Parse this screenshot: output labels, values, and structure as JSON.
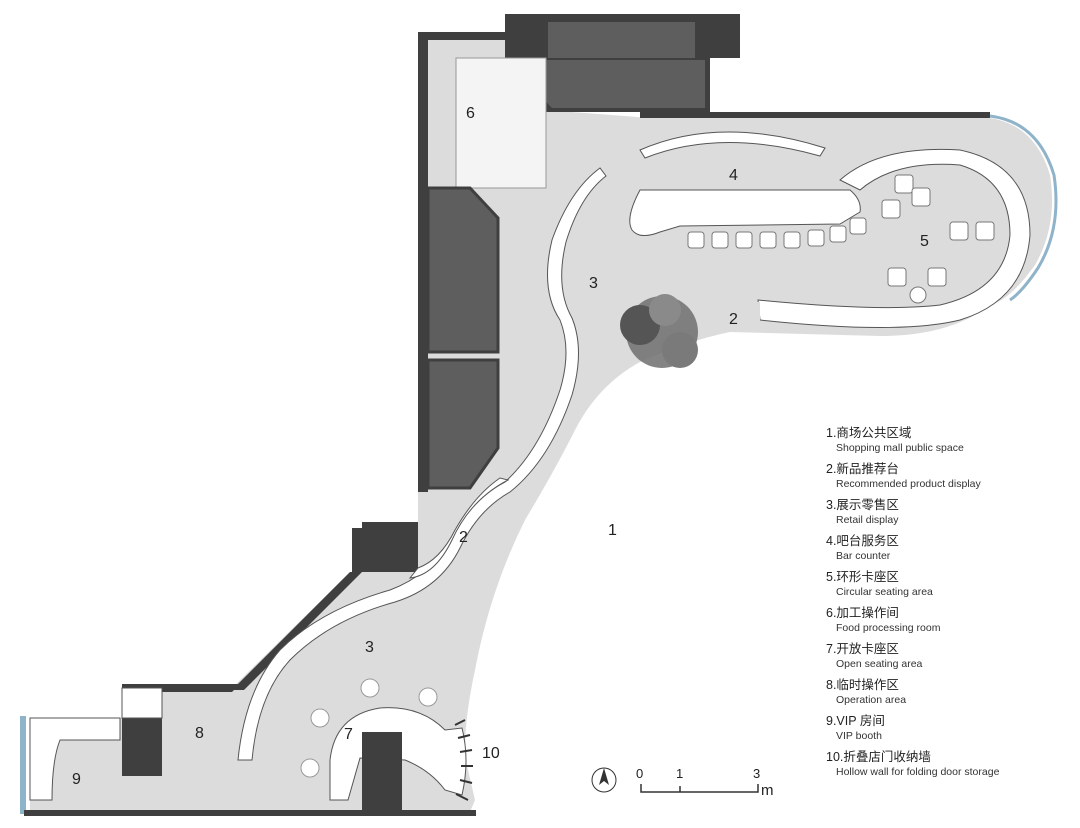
{
  "zones": [
    {
      "id": "z1",
      "label": "1"
    },
    {
      "id": "z2a",
      "label": "2"
    },
    {
      "id": "z2b",
      "label": "2"
    },
    {
      "id": "z3a",
      "label": "3"
    },
    {
      "id": "z3b",
      "label": "3"
    },
    {
      "id": "z4",
      "label": "4"
    },
    {
      "id": "z5",
      "label": "5"
    },
    {
      "id": "z6",
      "label": "6"
    },
    {
      "id": "z7",
      "label": "7"
    },
    {
      "id": "z8",
      "label": "8"
    },
    {
      "id": "z9",
      "label": "9"
    },
    {
      "id": "z10",
      "label": "10"
    }
  ],
  "legend": [
    {
      "cn": "1.商场公共区域",
      "en": "Shopping mall public space"
    },
    {
      "cn": "2.新品推荐台",
      "en": "Recommended product display"
    },
    {
      "cn": "3.展示零售区",
      "en": "Retail display"
    },
    {
      "cn": "4.吧台服务区",
      "en": "Bar counter"
    },
    {
      "cn": "5.环形卡座区",
      "en": "Circular seating area"
    },
    {
      "cn": "6.加工操作间",
      "en": "Food processing room"
    },
    {
      "cn": "7.开放卡座区",
      "en": "Open seating area"
    },
    {
      "cn": "8.临时操作区",
      "en": "Operation area"
    },
    {
      "cn": "9.VIP 房间",
      "en": "VIP booth"
    },
    {
      "cn": "10.折叠店门收纳墙",
      "en": "Hollow wall for folding door storage"
    }
  ],
  "scale": {
    "t0": "0",
    "t1": "1",
    "t3": "3",
    "unit": "m"
  },
  "colors": {
    "floor": "#dcdcdc",
    "wall": "#3f3f3f",
    "dark_room": "#5e5e5e",
    "display": "#ffffff",
    "tree": "#6f6f6f",
    "glass": "#8fb3c9"
  }
}
